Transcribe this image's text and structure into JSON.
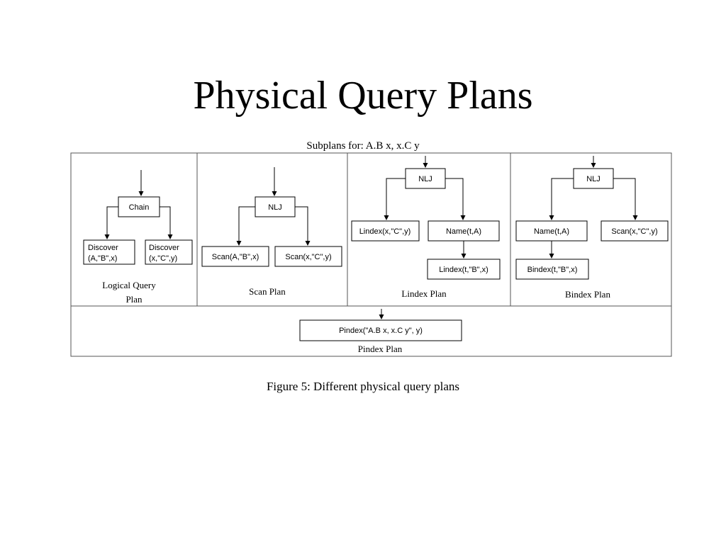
{
  "slide": {
    "title": "Physical Query Plans",
    "subtitle": "Subplans for: A.B x, x.C y",
    "caption": "Figure 5: Different physical query plans"
  },
  "panels": {
    "logical": {
      "label_line1": "Logical Query",
      "label_line2": "Plan",
      "root": "Chain",
      "left_line1": "Discover",
      "left_line2": "(A,\"B\",x)",
      "right_line1": "Discover",
      "right_line2": "(x,\"C\",y)"
    },
    "scan": {
      "label": "Scan Plan",
      "root": "NLJ",
      "left": "Scan(A,\"B\",x)",
      "right": "Scan(x,\"C\",y)"
    },
    "lindex": {
      "label": "Lindex Plan",
      "root": "NLJ",
      "left": "Lindex(x,\"C\",y)",
      "right": "Name(t,A)",
      "right_child": "Lindex(t,\"B\",x)"
    },
    "bindex": {
      "label": "Bindex Plan",
      "root": "NLJ",
      "left": "Name(t,A)",
      "right": "Scan(x,\"C\",y)",
      "left_child": "Bindex(t,\"B\",x)"
    },
    "pindex": {
      "label": "Pindex Plan",
      "node": "Pindex(\"A.B x, x.C y\", y)"
    }
  }
}
